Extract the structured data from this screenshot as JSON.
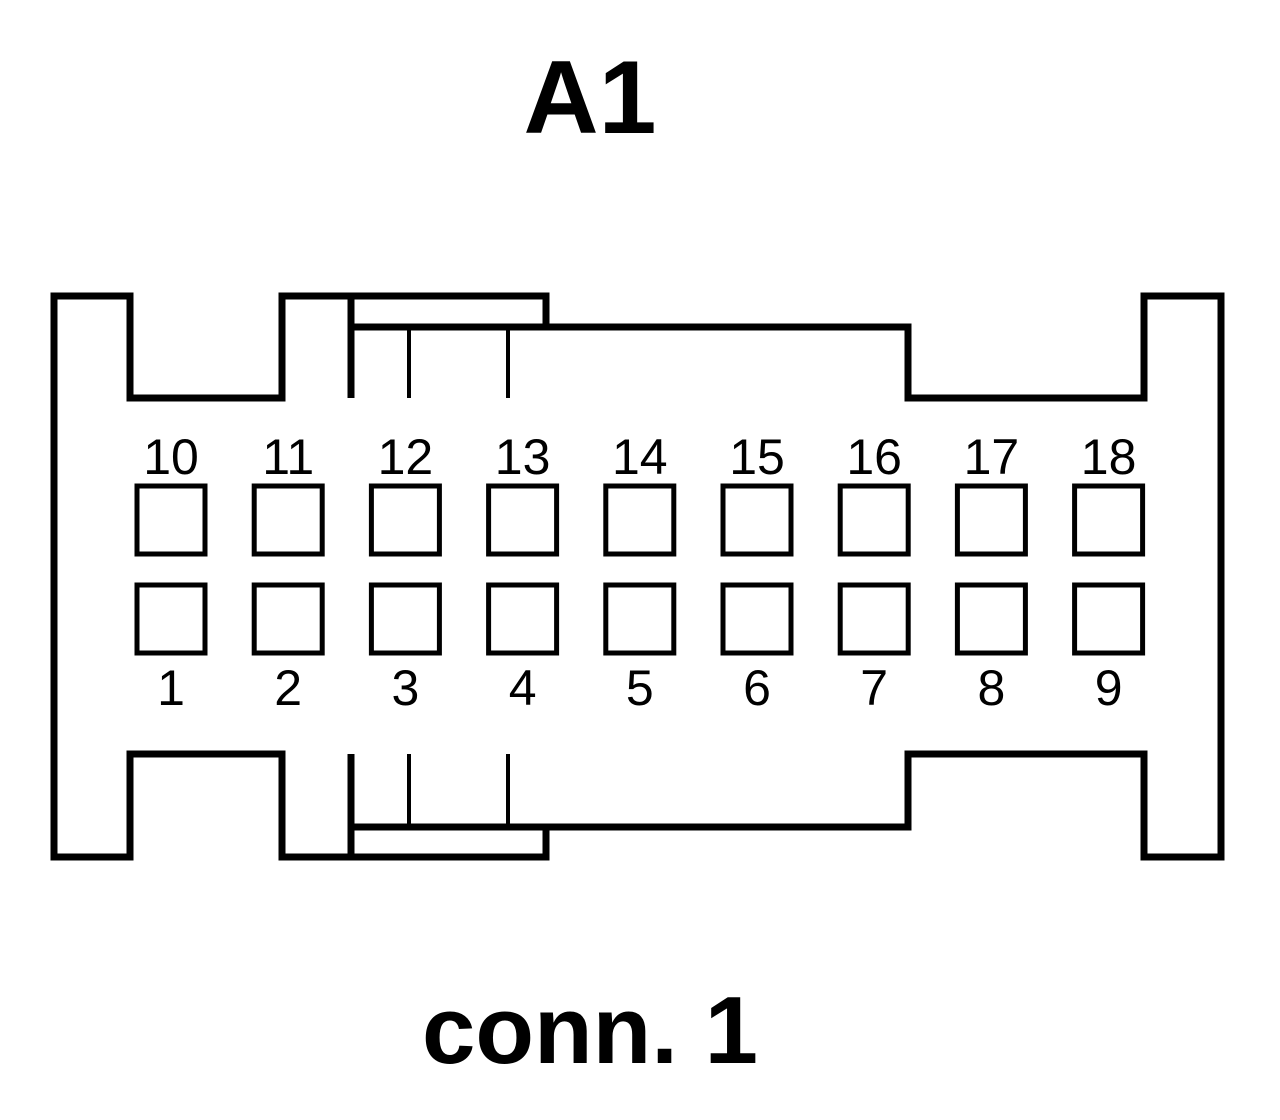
{
  "title": "A1",
  "caption": "conn. 1",
  "colors": {
    "stroke": "#000000",
    "background": "#ffffff"
  },
  "top_row_pins": [
    "10",
    "11",
    "12",
    "13",
    "14",
    "15",
    "16",
    "17",
    "18"
  ],
  "bottom_row_pins": [
    "1",
    "2",
    "3",
    "4",
    "5",
    "6",
    "7",
    "8",
    "9"
  ]
}
